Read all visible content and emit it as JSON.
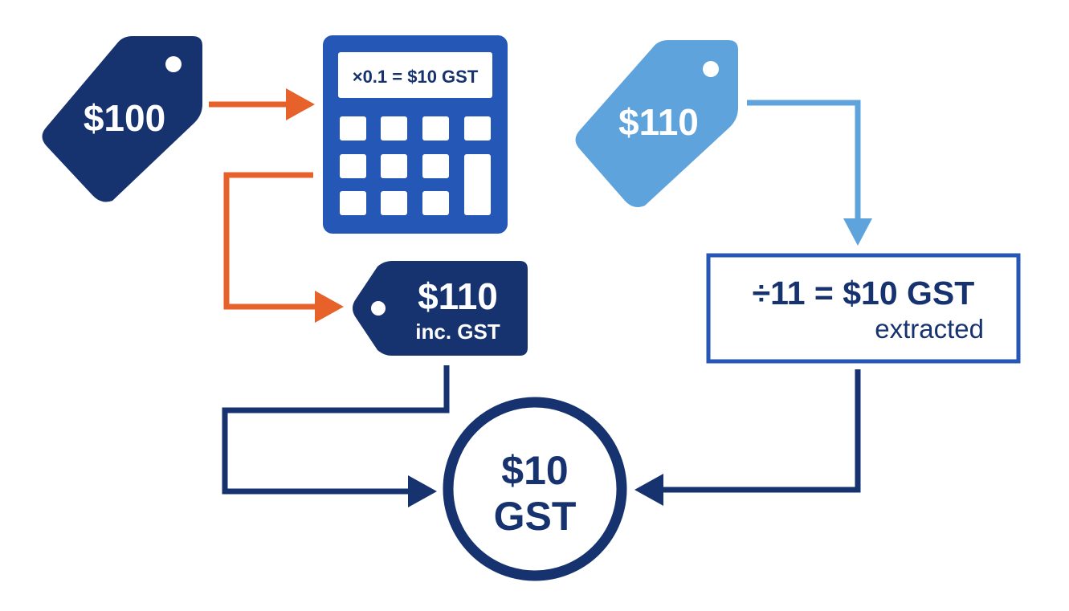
{
  "colors": {
    "navy": "#163370",
    "royal": "#2557B7",
    "light_blue": "#5FA3DD",
    "orange": "#E7622A",
    "white": "#ffffff"
  },
  "tag_original": {
    "price": "$100"
  },
  "calculator": {
    "display": "×0.1 = $10 GST"
  },
  "tag_inclusive": {
    "price": "$110",
    "note": "inc. GST"
  },
  "tag_given": {
    "price": "$110"
  },
  "extract_box": {
    "formula": "÷11 = $10 GST",
    "note": "extracted"
  },
  "result": {
    "amount": "$10",
    "label": "GST"
  }
}
